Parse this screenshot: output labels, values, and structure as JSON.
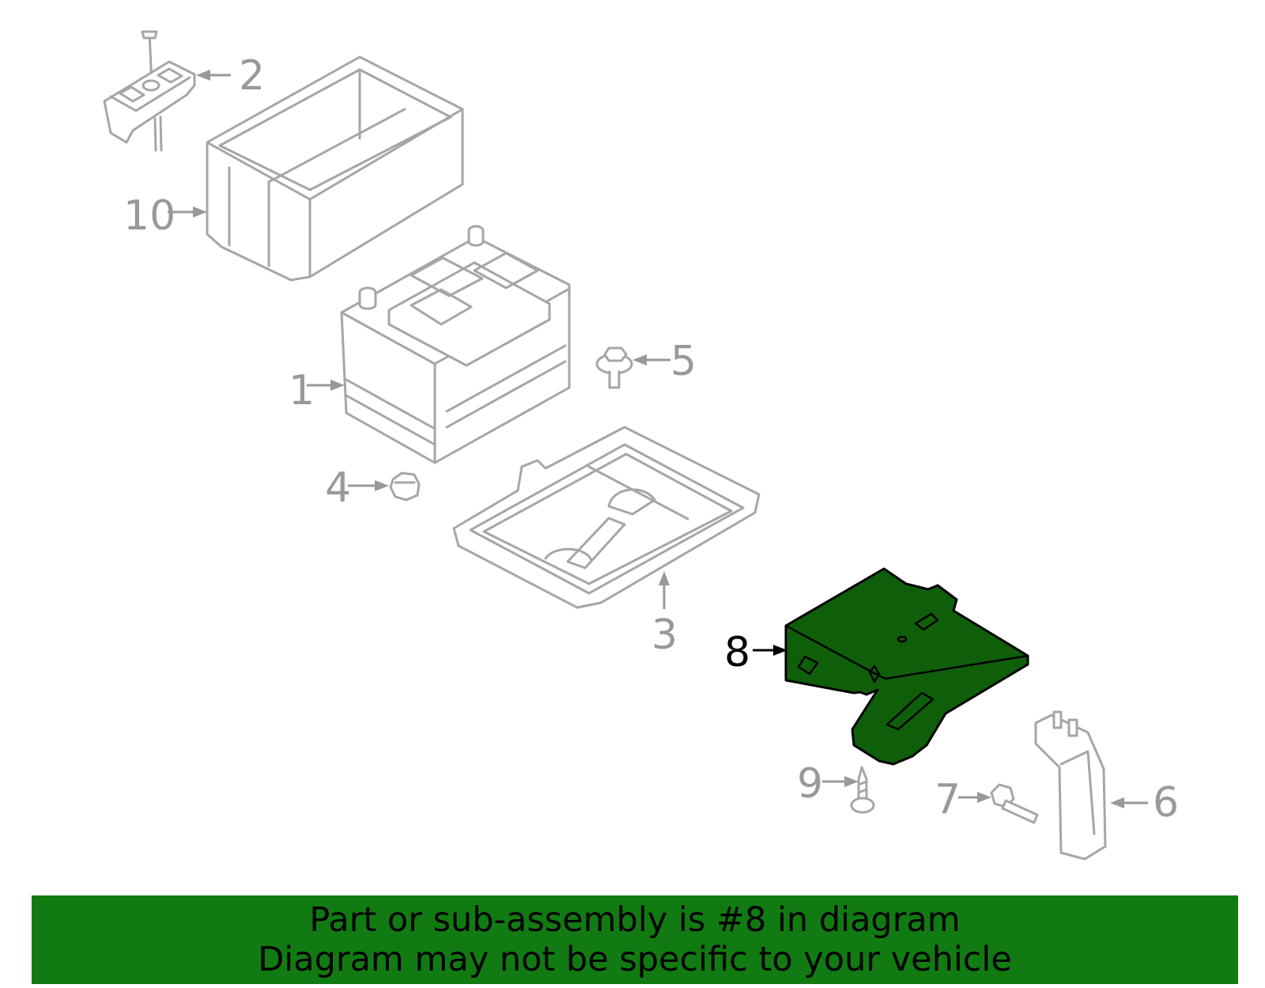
{
  "callouts": {
    "p1": "1",
    "p2": "2",
    "p3": "3",
    "p4": "4",
    "p5": "5",
    "p6": "6",
    "p7": "7",
    "p8": "8",
    "p9": "9",
    "p10": "10"
  },
  "highlighted_part": "8",
  "colors": {
    "highlight_fill": "#0f5f0a",
    "banner_background": "#127a12",
    "line_gray": "#a6a6a6"
  },
  "banner": {
    "line1": "Part or sub-assembly is #8 in diagram",
    "line2": "Diagram may not be specific to your vehicle"
  }
}
